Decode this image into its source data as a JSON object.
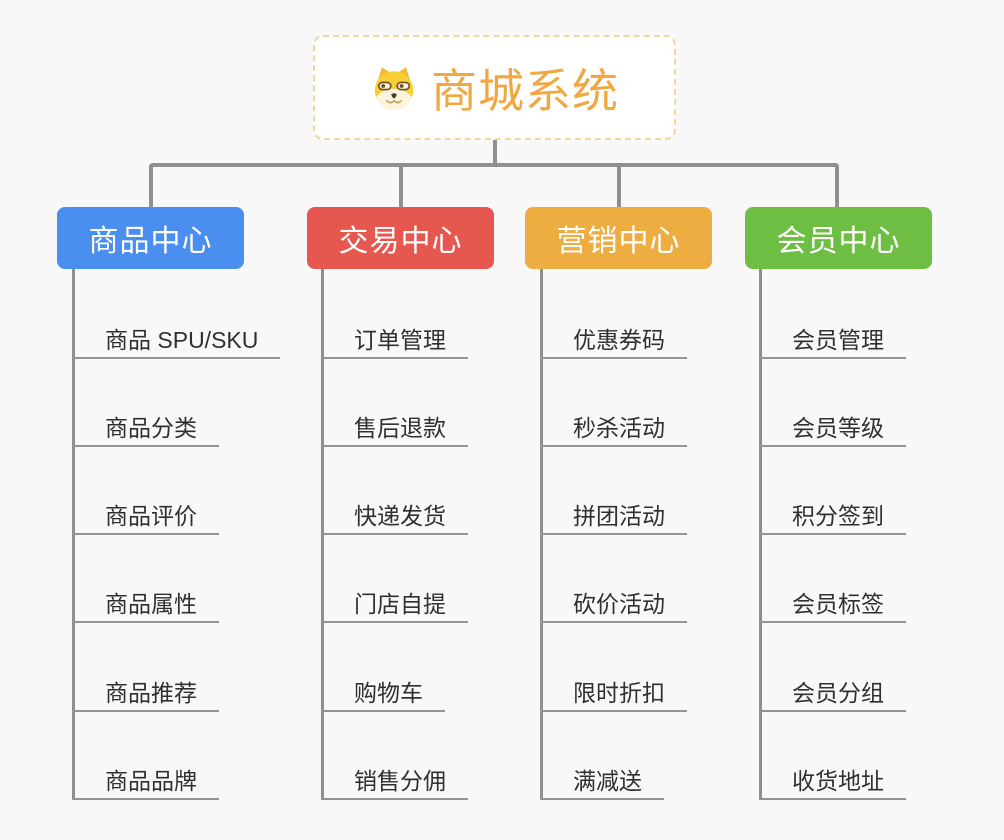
{
  "canvas": {
    "background": "#f8f8f8",
    "connector_color": "#909090"
  },
  "root": {
    "title": "商城系统",
    "icon": "dog-face-icon",
    "text_color": "#f0a843",
    "border_color": "#f2d5a0"
  },
  "branches": [
    {
      "label": "商品中心",
      "color": "#4a8ef0",
      "children": [
        "商品 SPU/SKU",
        "商品分类",
        "商品评价",
        "商品属性",
        "商品推荐",
        "商品品牌"
      ]
    },
    {
      "label": "交易中心",
      "color": "#e5574f",
      "children": [
        "订单管理",
        "售后退款",
        "快递发货",
        "门店自提",
        "购物车",
        "销售分佣"
      ]
    },
    {
      "label": "营销中心",
      "color": "#eead41",
      "children": [
        "优惠券码",
        "秒杀活动",
        "拼团活动",
        "砍价活动",
        "限时折扣",
        "满减送"
      ]
    },
    {
      "label": "会员中心",
      "color": "#6ebe44",
      "children": [
        "会员管理",
        "会员等级",
        "积分签到",
        "会员标签",
        "会员分组",
        "收货地址"
      ]
    }
  ]
}
